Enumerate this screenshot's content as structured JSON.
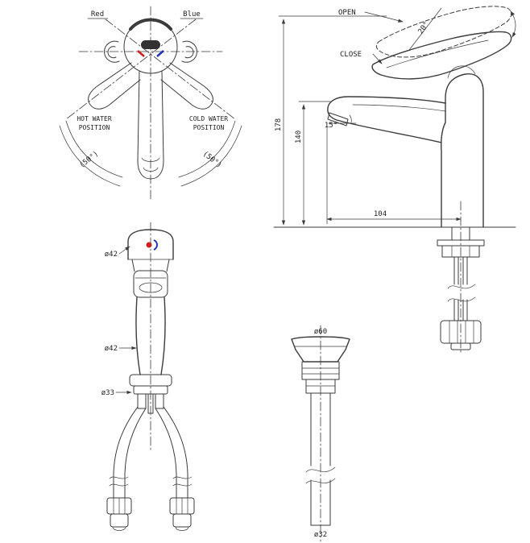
{
  "drawing": {
    "background": "#ffffff",
    "line_color": "#3b3b3b",
    "accent_red": "#cc2020",
    "accent_blue": "#2233bb",
    "top_view": {
      "red_label": "Red",
      "blue_label": "Blue",
      "hot_line1": "HOT WATER",
      "hot_line2": "POSITION",
      "cold_line1": "COLD WATER",
      "cold_line2": "POSITION",
      "left_swing_angle": "(50°)",
      "right_swing_angle": "(50°)"
    },
    "side_view": {
      "open_label": "OPEN",
      "close_label": "CLOSE",
      "lever_angle": "20°",
      "spout_angle": "15°",
      "dim_total_height": "178",
      "dim_spout_height": "140",
      "dim_spout_reach": "104"
    },
    "front_view": {
      "dia_handle": "ø42",
      "dia_body": "ø42",
      "dia_base": "ø33"
    },
    "drain_view": {
      "dia_flange": "ø60",
      "dia_tailpipe": "ø32"
    }
  }
}
